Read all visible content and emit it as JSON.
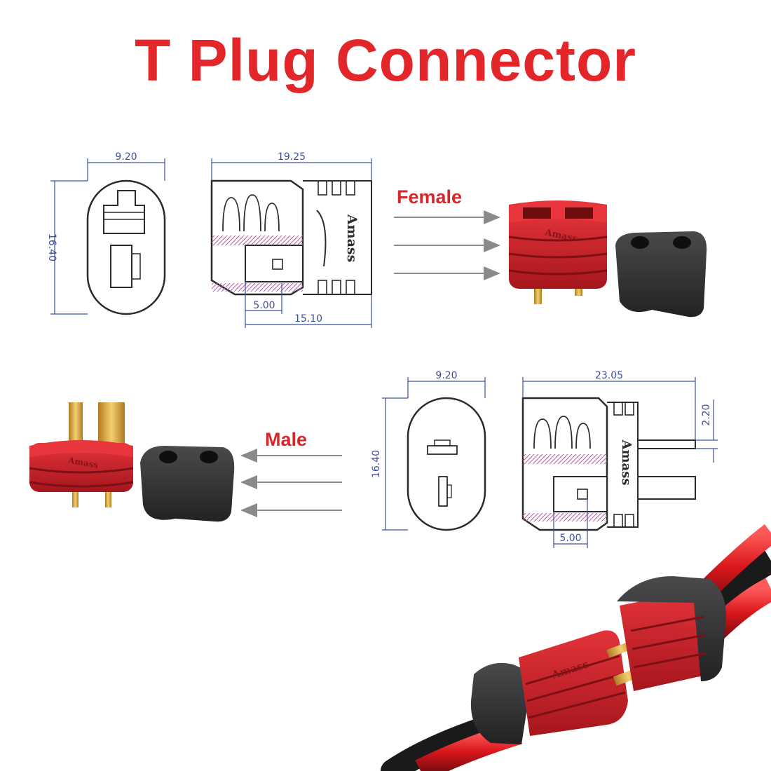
{
  "title": "T Plug Connector",
  "labels": {
    "female": "Female",
    "male": "Male"
  },
  "female_drawing": {
    "width": "9.20",
    "height": "16.40",
    "length": "19.25",
    "pin_offset": "5.00",
    "body_length": "15.10",
    "side_mark": "Amass"
  },
  "male_drawing": {
    "width": "9.20",
    "height": "16.40",
    "length": "23.05",
    "pin_thickness": "2.20",
    "pin_offset": "5.00",
    "side_mark": "Amass"
  },
  "photo_marks": {
    "female": "Amass",
    "male": "Amass",
    "mated": "Amass"
  },
  "colors": {
    "title": "#e3262a",
    "label": "#d9262b",
    "dimension": "#3d4fa0",
    "outline": "#2b2b2b",
    "hatch": "#d04fb0",
    "connector_red": "#cc2128",
    "connector_dark": "#2d2d2f",
    "pin_gold": "#d9a441",
    "arrow": "#8a8a8a"
  }
}
